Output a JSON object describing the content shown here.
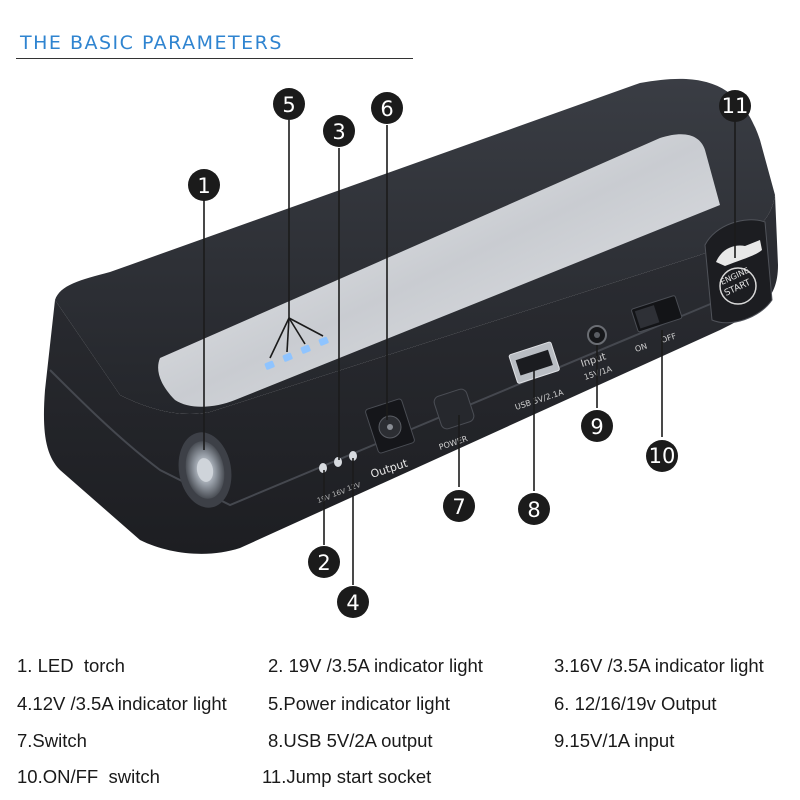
{
  "header": {
    "title": "THE BASIC PARAMETERS"
  },
  "device": {
    "output_label": "Output",
    "power_label": "POWER",
    "usb_label": "USB 5V/2.1A",
    "input_label_top": "Input",
    "input_label_bottom": "15V/1A",
    "switch_on": "ON",
    "switch_off": "OFF",
    "voltage_labels": [
      "19V",
      "16V",
      "12V"
    ],
    "engine_start_top": "ENGINE",
    "engine_start_bottom": "START"
  },
  "callouts": [
    "1",
    "2",
    "3",
    "4",
    "5",
    "6",
    "7",
    "8",
    "9",
    "10",
    "11"
  ],
  "specs": [
    "1. LED  torch",
    "2. 19V /3.5A indicator light",
    "3.16V /3.5A indicator light",
    "4.12V /3.5A indicator light",
    "5.Power indicator light",
    "6. 12/16/19v Output",
    "7.Switch",
    "8.USB 5V/2A output",
    "9.15V/1A input",
    "10.ON/FF  switch",
    "11.Jump start socket"
  ],
  "colors": {
    "accent": "#2f84d0",
    "device_body": "#2b2d33",
    "callout_bg": "#1b1b1b",
    "indicator_blue": "#8fc4ff"
  }
}
